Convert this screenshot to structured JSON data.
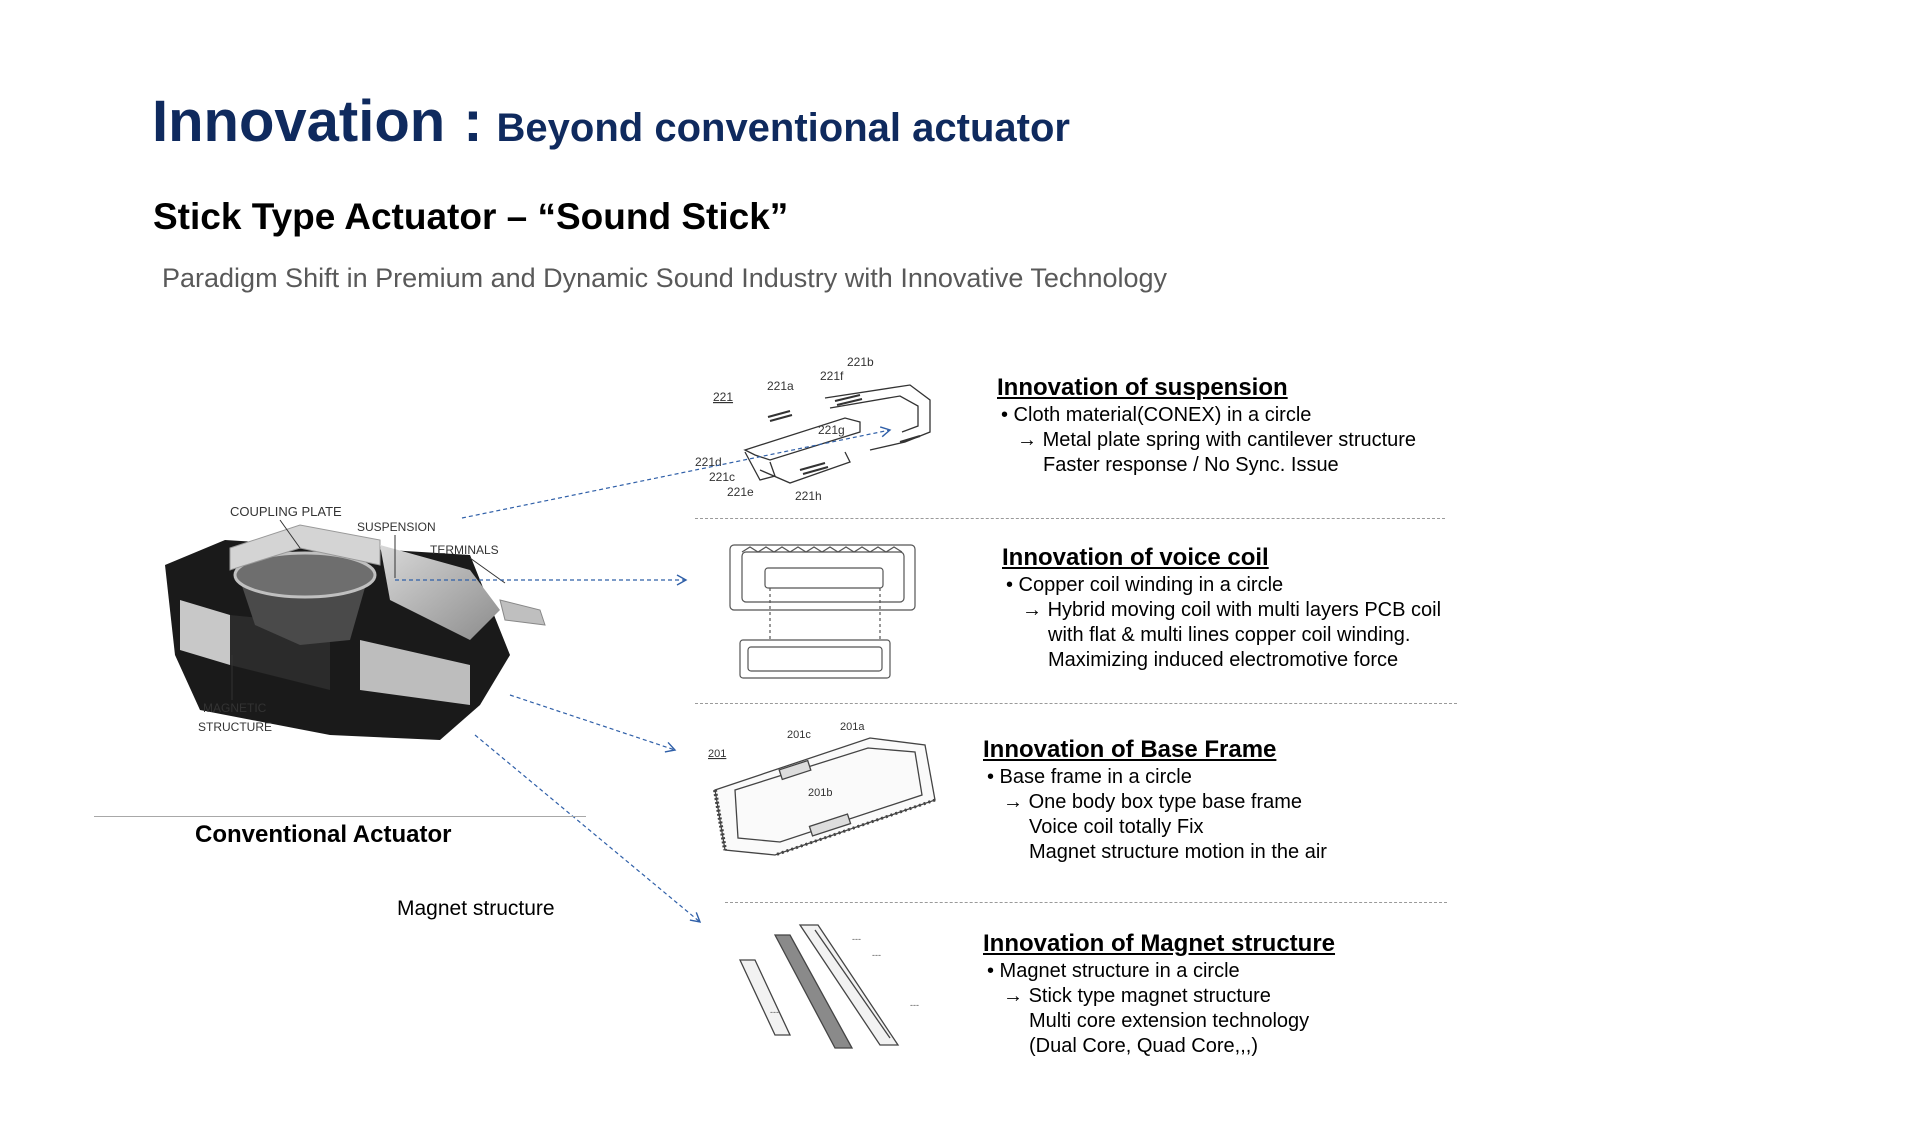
{
  "title": {
    "main": "Innovation",
    "colon": ":",
    "sub": "Beyond conventional actuator"
  },
  "subtitle": "Stick Type Actuator – “Sound Stick”",
  "tagline": "Paradigm Shift in Premium and Dynamic Sound Industry with Innovative Technology",
  "conventional": {
    "caption": "Conventional  Actuator",
    "labels": {
      "coupling_plate": "COUPLING PLATE",
      "suspension": "SUSPENSION",
      "terminals": "TERMINALS",
      "magnetic": "MAGNETIC",
      "structure": "STRUCTURE"
    },
    "magnet_label": "Magnet structure"
  },
  "diagram_labels": {
    "suspension": [
      "221b",
      "221f",
      "221a",
      "221",
      "221g",
      "221d",
      "221c",
      "221e",
      "221h"
    ],
    "base_frame": [
      "201c",
      "201a",
      "201",
      "201b"
    ]
  },
  "innovations": [
    {
      "heading": "Innovation of suspension",
      "bullet": "• Cloth material(CONEX) in a circle",
      "arrow_line": "Metal plate spring with cantilever structure",
      "details": [
        "Faster response / No Sync. Issue"
      ]
    },
    {
      "heading": "Innovation of voice coil",
      "bullet": "• Copper coil winding  in a circle",
      "arrow_line": "Hybrid moving coil with multi layers PCB coil",
      "details": [
        "with flat & multi lines copper coil winding.",
        "Maximizing  induced electromotive force"
      ]
    },
    {
      "heading": "Innovation of Base Frame",
      "bullet": "• Base frame in a circle",
      "arrow_line": "One body box type base frame",
      "details": [
        "Voice coil totally Fix",
        "Magnet structure motion in the air"
      ]
    },
    {
      "heading": "Innovation of Magnet structure",
      "bullet": "• Magnet structure  in a circle",
      "arrow_line": "Stick type magnet structure",
      "details": [
        "Multi core extension technology",
        "(Dual Core, Quad Core,,,)"
      ]
    }
  ],
  "colors": {
    "title": "#0f2a5e",
    "tagline": "#595959",
    "arrow": "#2f5fa8"
  },
  "icons": {
    "arrow_bullet": "→"
  }
}
